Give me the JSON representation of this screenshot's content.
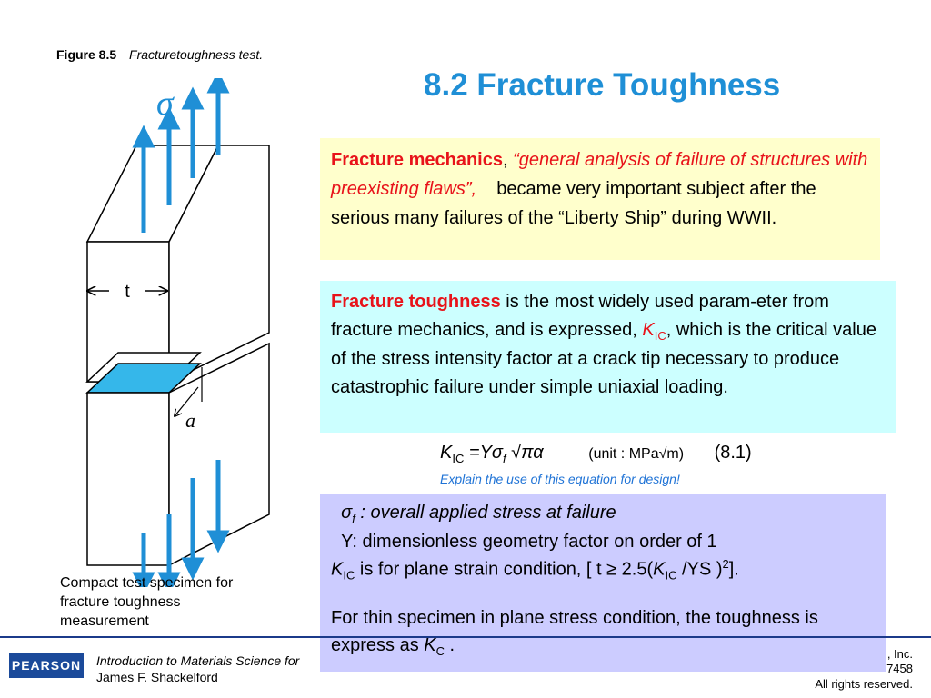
{
  "figure_caption": {
    "label": "Figure 8.5",
    "text": "Fracturetoughness test."
  },
  "title": "8.2 Fracture Toughness",
  "diagram": {
    "sigma": "σ",
    "thickness": "t",
    "crack": "a"
  },
  "box1": {
    "term": "Fracture mechanics",
    "comma": ", ",
    "definition": "“general analysis of failure of structures with preexisting flaws”,",
    "rest": "became very important subject after the serious many failures of the “Liberty Ship” during WWII."
  },
  "box2": {
    "term": "Fracture toughness",
    "text1": " is the most widely used param-eter from fracture mechanics, and is expressed, ",
    "k": "K",
    "ic": "IC",
    "text2": ", which  is the critical value of the stress intensity factor at a crack tip necessary to produce catastrophic failure under simple uniaxial loading."
  },
  "equation": {
    "k": "K",
    "ic": "IC",
    "eq": " =Yσ",
    "f": "f",
    "root": " √πα",
    "unit": "(unit : MPa√m)",
    "number": "(8.1)",
    "note": "Explain the use of this equation for design!"
  },
  "box3": {
    "line1_sigma": "σ",
    "line1_f": "f",
    "line1_text": "  : overall applied stress at failure",
    "line2": "Y: dimensionless geometry factor on order of 1",
    "line3_k": "K",
    "line3_ic": "IC",
    "line3_text": " is for plane strain condition, [ t ≥ 2.5(",
    "line3_k2": "K",
    "line3_ic2": "IC",
    "line3_text2": " /YS )",
    "line3_sup": "2",
    "line3_end": "].",
    "line4": "For thin specimen in plane stress condition, the toughness is express as ",
    "line4_k": "K",
    "line4_c": "C",
    "line4_end": " ."
  },
  "specimen_caption": "Compact test specimen for fracture toughness measurement",
  "footer": {
    "publisher": "PEARSON",
    "book_title": "Introduction to Materials Science for",
    "author": "James F. Shackelford",
    "copy1": ", Inc.",
    "copy2": "7458",
    "copy3": "All rights reserved."
  },
  "colors": {
    "title": "#1f8fd6",
    "arrows": "#1f8fd6",
    "highlight_red": "#e8131a",
    "box_yellow": "#ffffcc",
    "box_cyan": "#ccffff",
    "box_purple": "#ccccff"
  }
}
